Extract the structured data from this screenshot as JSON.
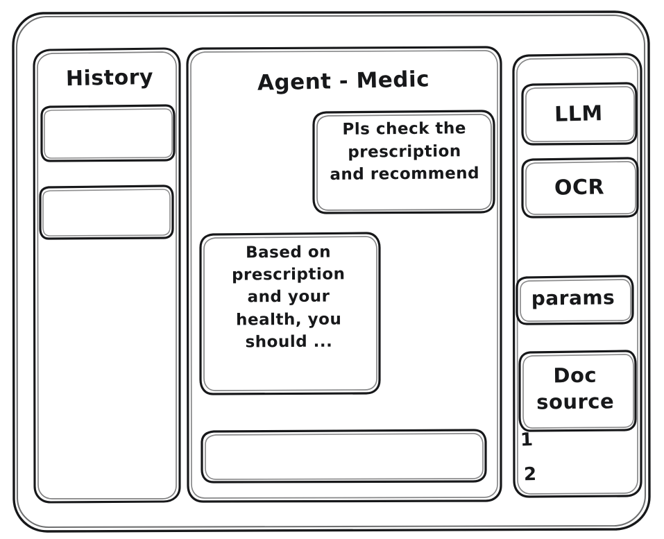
{
  "window": {
    "frame_name": "app-window-frame"
  },
  "sidebar_left": {
    "title": "History",
    "items": [
      {
        "label": "",
        "name": "history-item-1"
      },
      {
        "label": "",
        "name": "history-item-2"
      }
    ]
  },
  "main": {
    "title": "Agent - Medic",
    "messages": [
      {
        "role": "user",
        "text": "Pls check the\nprescription\nand recommend"
      },
      {
        "role": "assistant",
        "text": "Based on\nprescription\nand your\nhealth, you\nshould ..."
      }
    ],
    "composer": {
      "value": "",
      "placeholder": ""
    }
  },
  "sidebar_right": {
    "buttons": [
      {
        "label": "LLM",
        "name": "llm-button"
      },
      {
        "label": "OCR",
        "name": "ocr-button"
      },
      {
        "label": "params",
        "name": "params-button"
      }
    ],
    "doc_source": {
      "label": "Doc\nsource",
      "items": [
        "1",
        "2"
      ]
    }
  },
  "colors": {
    "ink": "#17181a",
    "background": "#ffffff"
  }
}
